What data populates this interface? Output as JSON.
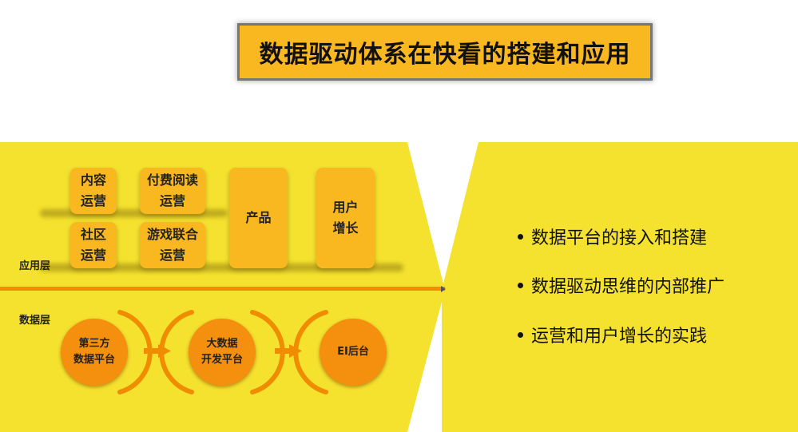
{
  "title": "数据驱动体系在快看的搭建和应用",
  "application_layer": {
    "label": "应用层",
    "boxes": [
      {
        "line1": "内容",
        "line2": "运营"
      },
      {
        "line1": "付费阅读",
        "line2": "运营"
      },
      {
        "line1": "社区",
        "line2": "运营"
      },
      {
        "line1": "游戏联合",
        "line2": "运营"
      },
      {
        "line1": "产品",
        "line2": ""
      },
      {
        "line1": "用户",
        "line2": "增长"
      }
    ]
  },
  "data_layer": {
    "label": "数据层",
    "nodes": [
      {
        "line1": "第三方",
        "line2": "数据平台"
      },
      {
        "line1": "大数据",
        "line2": "开发平台"
      },
      {
        "line1": "EI后台",
        "line2": ""
      }
    ]
  },
  "bullets": [
    "数据平台的接入和搭建",
    "数据驱动思维的内部推广",
    "运营和用户增长的实践"
  ],
  "colors": {
    "panel": "#f5e22e",
    "box": "#f9b820",
    "node": "#f5900f",
    "arrow": "#f08c00"
  }
}
